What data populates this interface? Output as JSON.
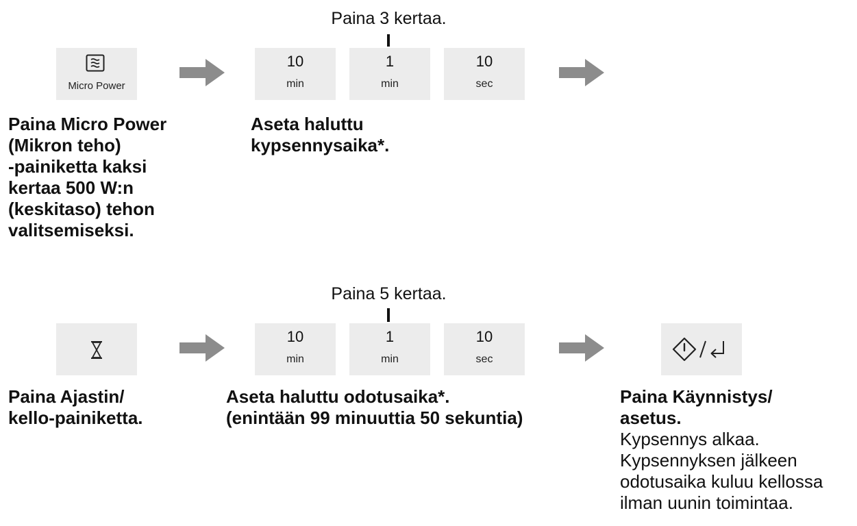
{
  "colors": {
    "key_background": "#ececec",
    "arrow": "#8c8c8c",
    "text": "#111111"
  },
  "step_row_1": {
    "press_note": "Paina 3 kertaa.",
    "micro_key": {
      "icon": "microwave-icon",
      "label": "Micro Power"
    },
    "time_keys": [
      {
        "value": "10",
        "unit": "min"
      },
      {
        "value": "1",
        "unit": "min"
      },
      {
        "value": "10",
        "unit": "sec"
      }
    ],
    "caption_micro_lines": [
      "Paina Micro Power",
      "(Mikron teho)",
      "-painiketta kaksi",
      "kertaa 500 W:n",
      "(keskitaso) tehon",
      "valitsemiseksi."
    ],
    "caption_time_lines": [
      "Aseta haluttu",
      "kypsennysaika*."
    ]
  },
  "step_row_2": {
    "press_note": "Paina 5 kertaa.",
    "timer_key": {
      "icon": "hourglass-icon"
    },
    "time_keys": [
      {
        "value": "10",
        "unit": "min"
      },
      {
        "value": "1",
        "unit": "min"
      },
      {
        "value": "10",
        "unit": "sec"
      }
    ],
    "start_key": {
      "icon": "start-enter-icon"
    },
    "caption_timer_lines": [
      "Paina Ajastin/",
      "kello-painiketta."
    ],
    "caption_wait_lines": [
      "Aseta haluttu odotusaika*.",
      "(enintään 99 minuuttia 50 sekuntia)"
    ],
    "caption_start_lines": [
      "Paina Käynnistys/",
      "asetus."
    ],
    "caption_start_body_lines": [
      "Kypsennys alkaa.",
      "Kypsennyksen jälkeen",
      "odotusaika kuluu kellossa",
      "ilman uunin toimintaa."
    ]
  }
}
